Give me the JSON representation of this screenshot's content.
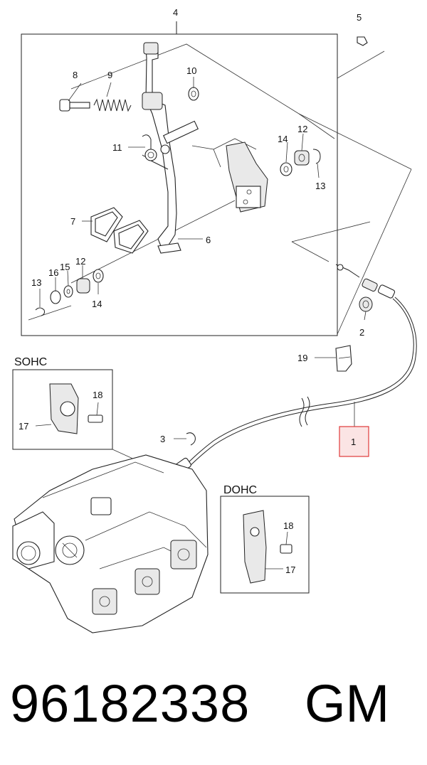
{
  "labels": {
    "l1": "1",
    "l2": "2",
    "l3": "3",
    "l4": "4",
    "l5": "5",
    "l6": "6",
    "l7": "7",
    "l8": "8",
    "l9": "9",
    "l10": "10",
    "l11": "11",
    "l12a": "12",
    "l12b": "12",
    "l13a": "13",
    "l13b": "13",
    "l14a": "14",
    "l14b": "14",
    "l15": "15",
    "l16": "16",
    "l17a": "17",
    "l17b": "17",
    "l18a": "18",
    "l18b": "18",
    "l19": "19"
  },
  "sections": {
    "sohc": "SOHC",
    "dohc": "DOHC"
  },
  "highlight_color": "#e03a3a",
  "footer": {
    "part_number": "96182338",
    "brand": "GM"
  }
}
